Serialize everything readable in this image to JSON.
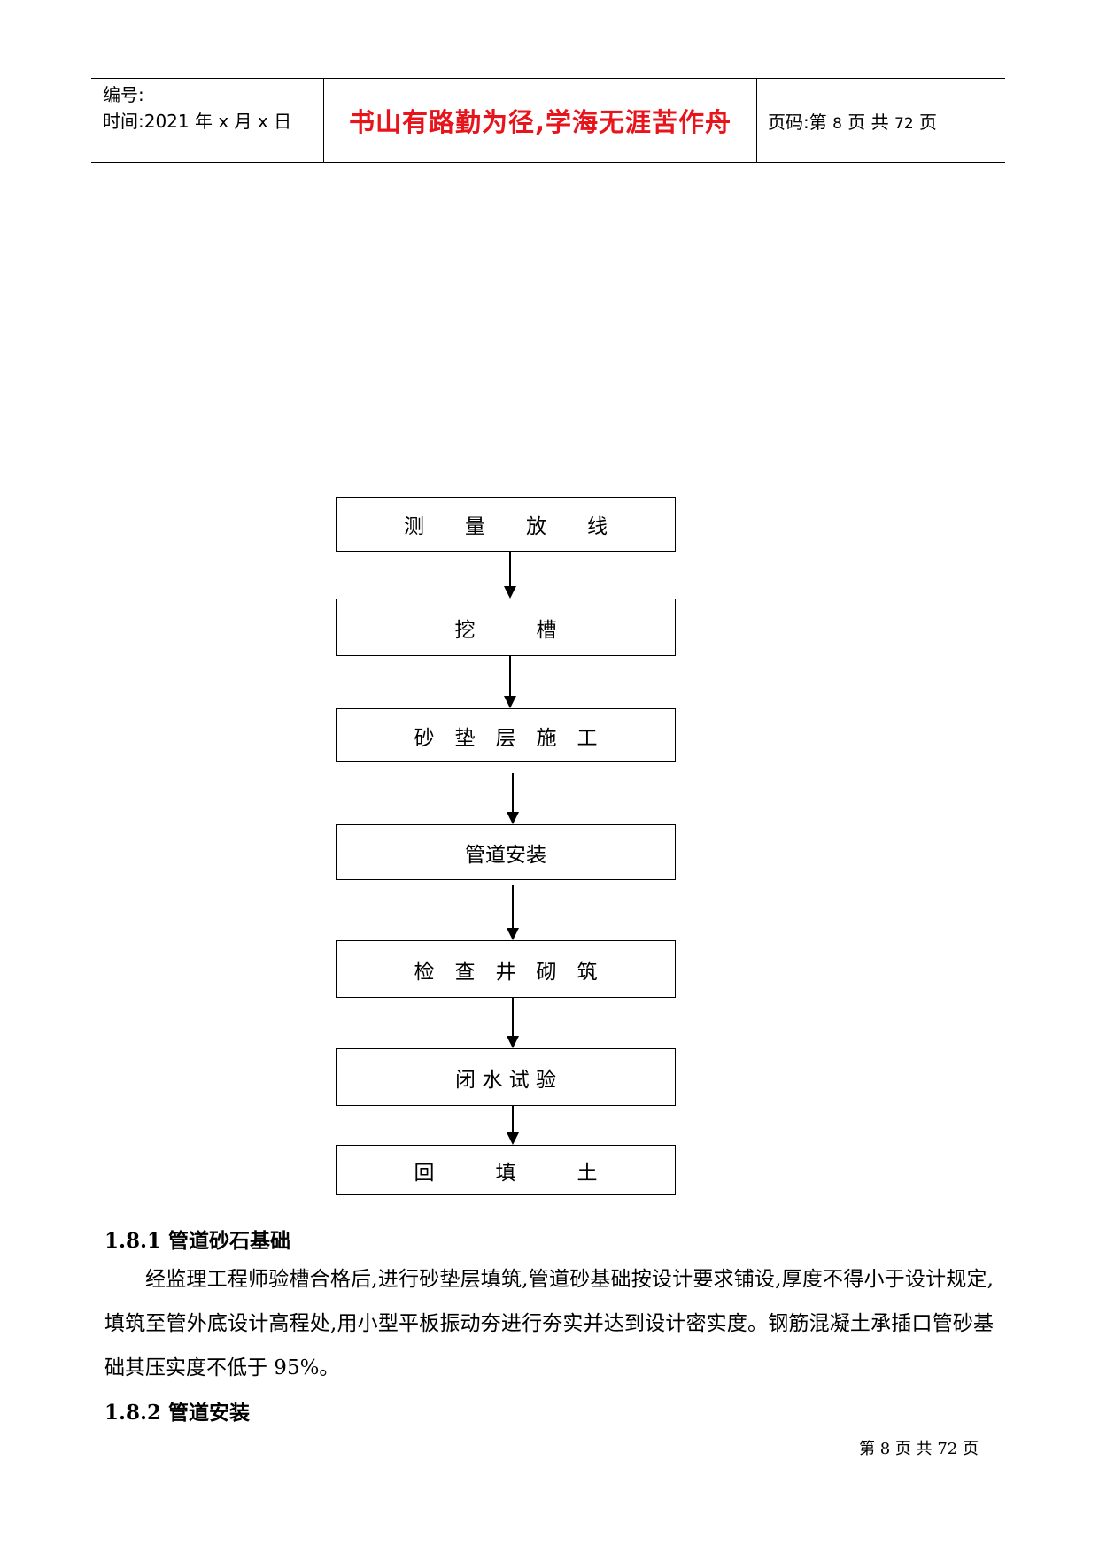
{
  "header": {
    "serial_label": "编号:",
    "date_label": "时间:2021 年 x 月 x 日",
    "motto": "书山有路勤为径,学海无涯苦作舟",
    "page_prefix": "页码:第",
    "page_num": "8",
    "page_mid": "页  共",
    "page_total": "72",
    "page_suffix": "页"
  },
  "flowchart": {
    "steps": [
      "测　　量　　放　　线",
      "挖　　　槽",
      "砂　垫　层　施　工",
      "管道安装",
      "检　查　井　砌　筑",
      "闭 水 试 验",
      "回　　　填　　　土"
    ]
  },
  "section_1": {
    "heading": "1.8.1 管道砂石基础",
    "body": "经监理工程师验槽合格后,进行砂垫层填筑,管道砂基础按设计要求铺设,厚度不得小于设计规定,填筑至管外底设计高程处,用小型平板振动夯进行夯实并达到设计密实度。钢筋混凝土承插口管砂基础其压实度不低于 95%。"
  },
  "section_2": {
    "heading": "1.8.2  管道安装"
  },
  "footer": {
    "text": "第 8 页 共 72 页"
  }
}
